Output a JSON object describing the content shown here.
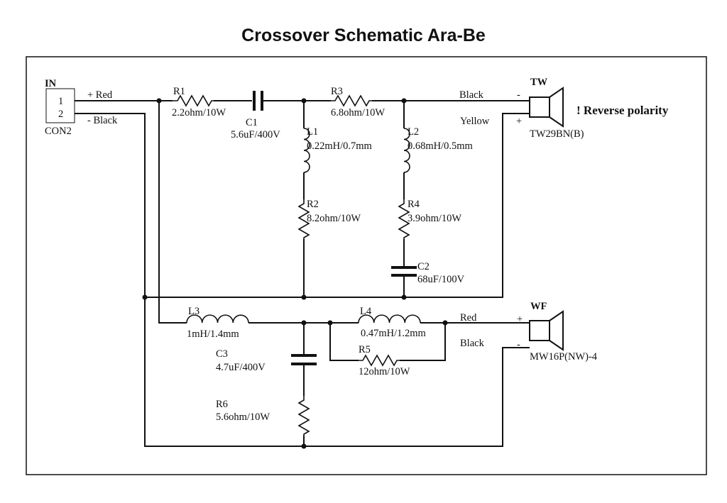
{
  "title": "Crossover Schematic Ara-Be",
  "connector": {
    "label_top": "IN",
    "pin1": "1",
    "pin2": "2",
    "label_bottom": "CON2",
    "pin1_wire": "+ Red",
    "pin2_wire": "- Black"
  },
  "components": {
    "R1": {
      "ref": "R1",
      "value": "2.2ohm/10W"
    },
    "C1": {
      "ref": "C1",
      "value": "5.6uF/400V"
    },
    "R3": {
      "ref": "R3",
      "value": "6.8ohm/10W"
    },
    "L1": {
      "ref": "L1",
      "value": "0.22mH/0.7mm"
    },
    "L2": {
      "ref": "L2",
      "value": "0.68mH/0.5mm"
    },
    "R2": {
      "ref": "R2",
      "value": "8.2ohm/10W"
    },
    "R4": {
      "ref": "R4",
      "value": "3.9ohm/10W"
    },
    "C2": {
      "ref": "C2",
      "value": "68uF/100V"
    },
    "L3": {
      "ref": "L3",
      "value": "1mH/1.4mm"
    },
    "L4": {
      "ref": "L4",
      "value": "0.47mH/1.2mm"
    },
    "R5": {
      "ref": "R5",
      "value": "12ohm/10W"
    },
    "C3": {
      "ref": "C3",
      "value": "4.7uF/400V"
    },
    "R6": {
      "ref": "R6",
      "value": "5.6ohm/10W"
    }
  },
  "tweeter": {
    "label": "TW",
    "model": "TW29BN(B)",
    "wire_top": "Black",
    "wire_bottom": "Yellow",
    "sign_top": "-",
    "sign_bottom": "+",
    "note": "! Reverse polarity"
  },
  "woofer": {
    "label": "WF",
    "model": "MW16P(NW)-4",
    "wire_top": "Red",
    "wire_bottom": "Black",
    "sign_top": "+",
    "sign_bottom": "-"
  }
}
